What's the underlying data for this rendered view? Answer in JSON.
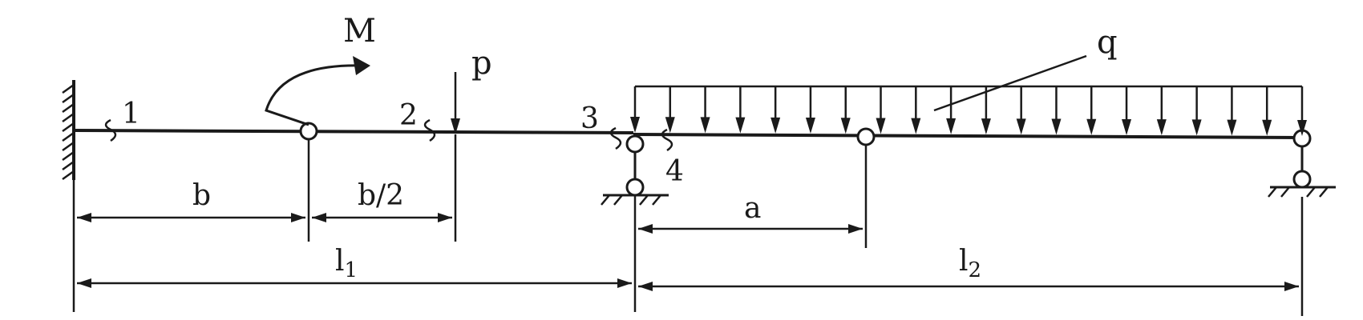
{
  "labels": {
    "moment": "M",
    "point_load": "p",
    "distributed_load": "q",
    "section_1": "1",
    "section_2": "2",
    "section_3": "3",
    "section_4": "4",
    "dim_b": "b",
    "dim_b_half": "b/2",
    "dim_a": "a",
    "dim_l1": "l",
    "dim_l1_sub": "1",
    "dim_l2": "l",
    "dim_l2_sub": "2"
  }
}
